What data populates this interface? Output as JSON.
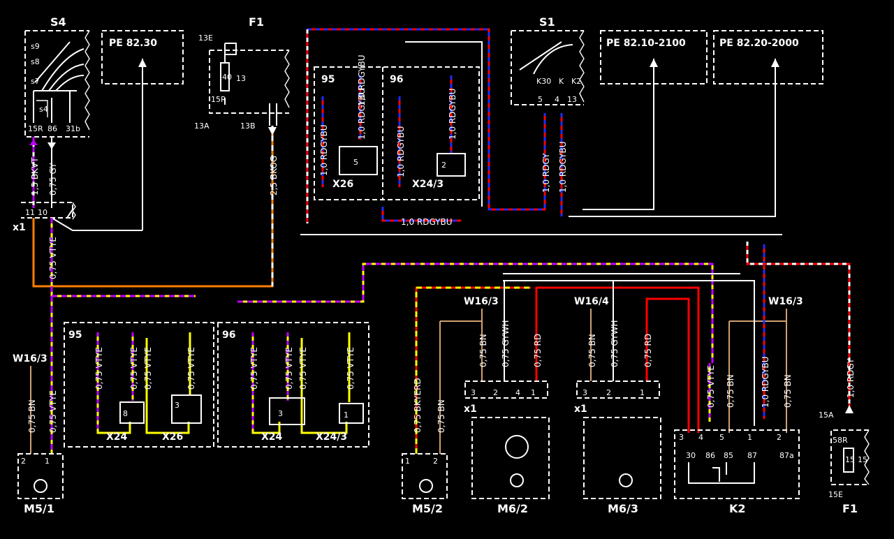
{
  "components": {
    "s4": "S4",
    "f1_top": "F1",
    "s1": "S1",
    "m5_1": "M5/1",
    "m5_2": "M5/2",
    "m6_2": "M6/2",
    "m6_3": "M6/3",
    "k2": "K2",
    "f1_bottom": "F1",
    "x1_left": "x1",
    "x1_m62": "x1",
    "x1_m63": "x1"
  },
  "references": {
    "pe1": "PE  82.30",
    "pe2": "PE  82.10-2100",
    "pe3": "PE  82.20-2000"
  },
  "s4_labels": {
    "s9": "s9",
    "s8": "s8",
    "s7": "s7",
    "s4": "s4",
    "p15r": "15R",
    "p86": "86",
    "p31b": "31b"
  },
  "f1_top_labels": {
    "t13e": "13E",
    "t13": "13",
    "t40": "40",
    "t15r": "15R",
    "t13a": "13A",
    "t13b": "13B"
  },
  "s1_labels": {
    "k30": "K30",
    "k": "K",
    "k2": "K2",
    "p5": "5",
    "p4": "4",
    "p13": "13"
  },
  "x1_pins": {
    "p11": "11",
    "p10": "10"
  },
  "wire_labels": {
    "w1": "1,5  BKVT",
    "w2": "0,75  GY",
    "w3": "2,5  BKOG",
    "w4": "0,75  VTYE",
    "w5": "1,0  RDGY",
    "w6": "1,0  RDGYBU",
    "w7": "1,0  RDGYBU",
    "w8": "1,0  RDGYBU",
    "w9": "1,0  RDGYBU",
    "w10": "1,0  RDGYBU",
    "w11": "1,0  RDGYBU",
    "w12": "1,0  RDGYBU",
    "w13": "0,75  VTYE",
    "w14": "0,75  VTYE",
    "w15": "0,75  VTYE",
    "w16": "0,75  VTYE",
    "w17": "0,75  VTYE",
    "w18": "0,75  VTYE",
    "w19": "0,75  VTYE",
    "w20": "0,75  VTYE",
    "w21": "0,75  BN",
    "w22": "0,75  VTYE",
    "w23": "0,75  BKYERD",
    "w24": "0,75  BN",
    "w25": "0,75  BN",
    "w26": "0,75  GYWH",
    "w27": "0,75  RD",
    "w28": "0,75  BN",
    "w29": "0,75  GYWH",
    "w30": "0,75  RD",
    "w31": "0,75  VTYE",
    "w32": "0,75  BN",
    "w33": "1,0  RDGYBU",
    "w34": "0,75  BN",
    "w35": "1,0  RDGY"
  },
  "connectors": {
    "x26_top": "X26",
    "x24_3_top": "X24/3",
    "x24_a": "X24",
    "x26_b": "X26",
    "x24_b": "X24",
    "x24_3_b": "X24/3",
    "p95a": "95",
    "p96a": "96",
    "p95b": "95",
    "p96b": "96",
    "pin5": "5",
    "pin2": "2",
    "pin8": "8",
    "pin3a": "3",
    "pin3b": "3",
    "pin1": "1"
  },
  "grounds": {
    "g1": "W16/3",
    "g2": "W16/3",
    "g3": "W16/4",
    "g4": "W16/3"
  },
  "m6_pins": {
    "p3": "3",
    "p2": "2",
    "p4": "4",
    "p1": "1"
  },
  "m63_pins": {
    "p3": "3",
    "p2": "2",
    "p1": "1"
  },
  "m5_pins": {
    "p2": "2",
    "p1": "1"
  },
  "k2_pins": {
    "p3": "3",
    "p4": "4",
    "p5": "5",
    "p1": "1",
    "p2": "2",
    "t30": "30",
    "t86": "86",
    "t85": "85",
    "t87": "87",
    "t87a": "87a"
  },
  "f1_bottom_labels": {
    "t15a": "15A",
    "t58r": "58R",
    "t15": "15",
    "t15b": "15",
    "t15e": "15E"
  },
  "colors": {
    "red": "#ff0000",
    "blue": "#1e2dff",
    "yellow": "#ffff00",
    "violet": "#c000ff",
    "orange": "#ff7f00",
    "white": "#ffffff",
    "tan": "#d2a070",
    "gray": "#aaaaaa"
  }
}
